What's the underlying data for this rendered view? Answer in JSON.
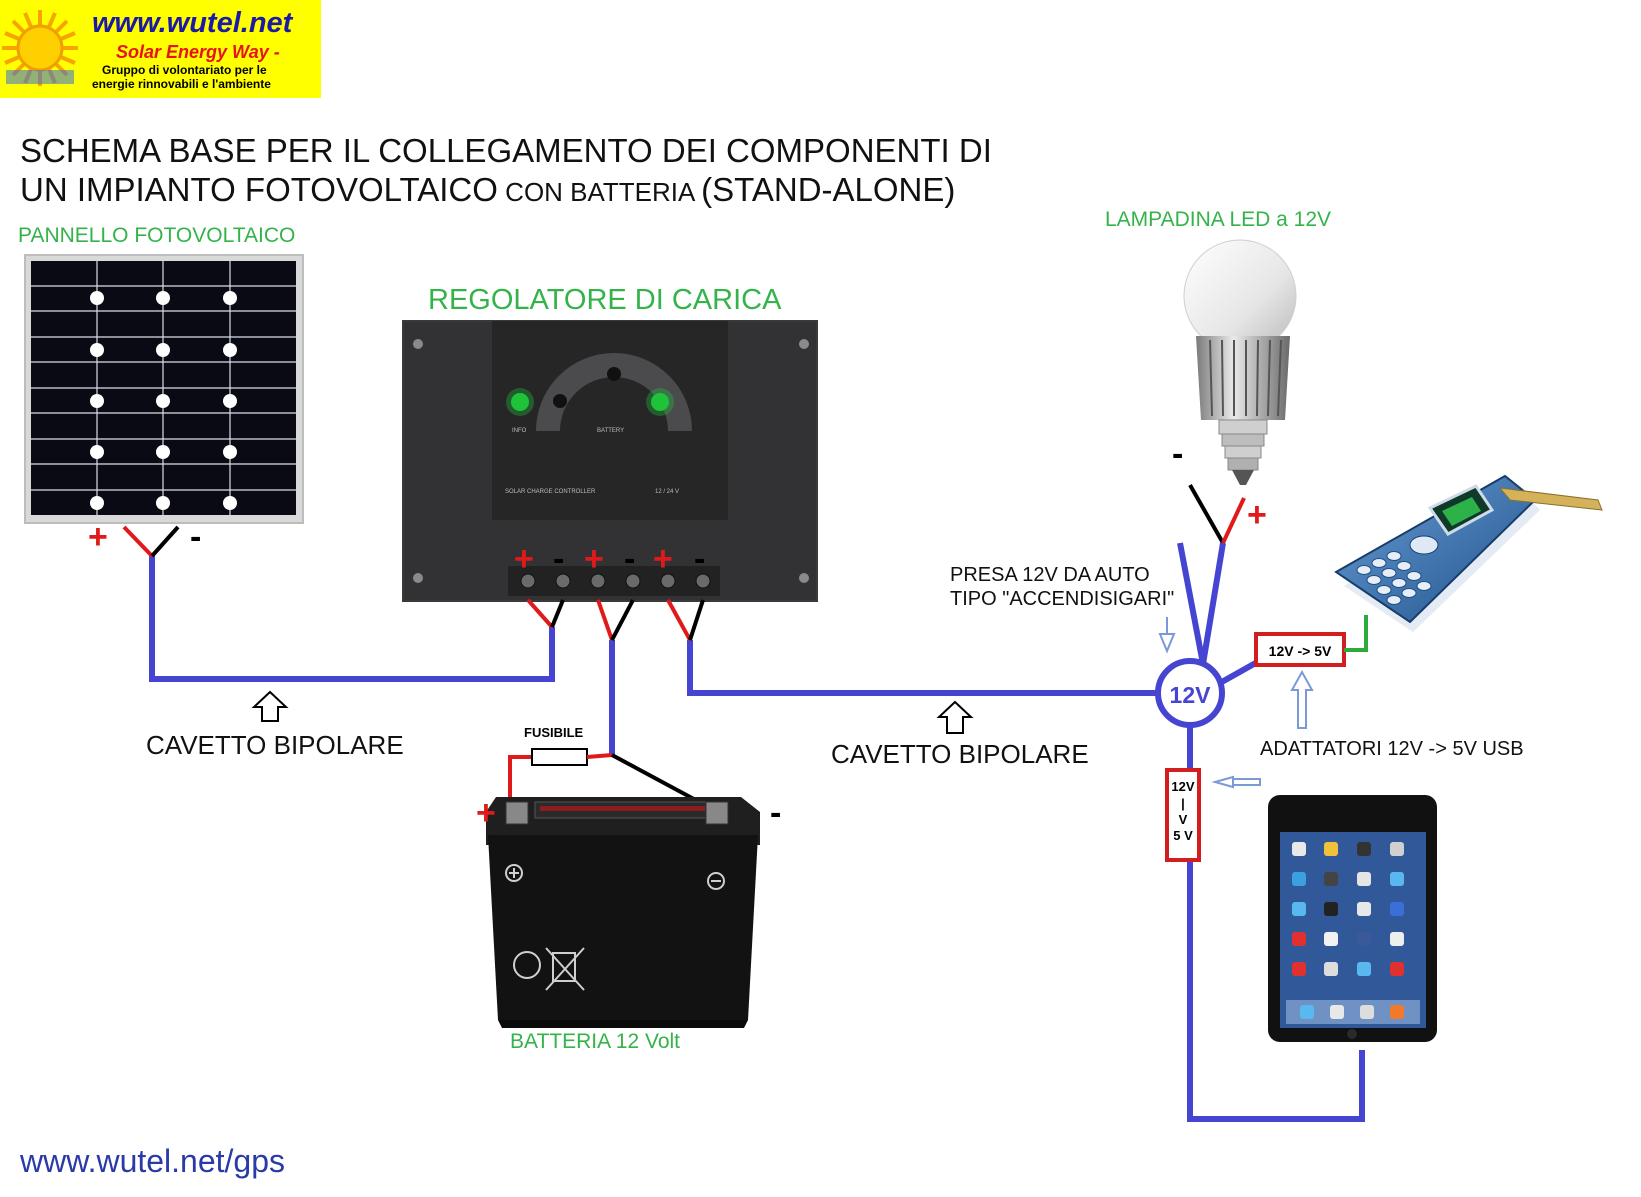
{
  "logo": {
    "site": "www.wutel.net",
    "tagline": "Solar Energy Way -",
    "desc_line1": "Gruppo di volontariato per le",
    "desc_line2": "energie rinnovabili e l'ambiente"
  },
  "title": {
    "line1": "SCHEMA BASE PER IL COLLEGAMENTO DEI COMPONENTI DI",
    "line2a": "UN IMPIANTO FOTOVOLTAICO",
    "line2b": " CON BATTERIA ",
    "line2c": "(STAND-ALONE)"
  },
  "labels": {
    "panel": "PANNELLO FOTOVOLTAICO",
    "controller": "REGOLATORE DI CARICA",
    "bulb": "LAMPADINA LED a 12V",
    "battery": "BATTERIA 12 Volt",
    "fuse": "FUSIBILE",
    "cable1": "CAVETTO BIPOLARE",
    "cable2": "CAVETTO BIPOLARE",
    "socket_line1": "PRESA 12V DA AUTO",
    "socket_line2": "TIPO \"ACCENDISIGARI\"",
    "socket_center": "12V",
    "adapters": "ADATTATORI 12V -> 5V USB",
    "adapter_phone": "12V -> 5V",
    "adapter_tab_1": "12V",
    "adapter_tab_2": "|",
    "adapter_tab_3": "V",
    "adapter_tab_4": "5 V",
    "controller_info": "INFO",
    "controller_battery": "BATTERY",
    "controller_model": "SOLAR CHARGE CONTROLLER",
    "controller_volt": "12 / 24 V",
    "plus": "+",
    "minus": "-",
    "footer": "www.wutel.net/gps"
  },
  "colors": {
    "logo_bg": "#ffff00",
    "logo_text": "#1a1aa6",
    "logo_red": "#e8121c",
    "green_label": "#34b34a",
    "wire_blue": "#4545d2",
    "wire_red": "#e01a1a",
    "wire_black": "#000000",
    "wire_green": "#2eaa3a",
    "adapter_border": "#d21e1e",
    "arrow_blue": "#7a9ad6"
  }
}
